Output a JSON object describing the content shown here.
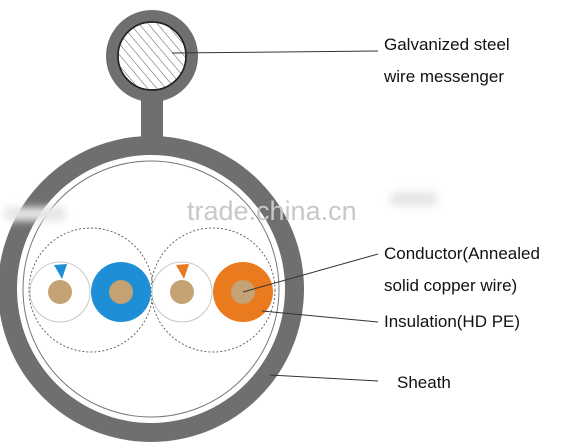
{
  "labels": {
    "messenger_line1": "Galvanized steel",
    "messenger_line2": "wire messenger",
    "conductor_line1": "Conductor(Annealed",
    "conductor_line2": "solid copper wire)",
    "insulation": "Insulation(HD PE)",
    "sheath": "Sheath"
  },
  "watermark": "trade.china.cn",
  "colors": {
    "sheath": "#6f6f6f",
    "conductor": "#c4a274",
    "blue": "#1e8fd6",
    "orange": "#ea7a1e",
    "leader_line": "#333333"
  }
}
